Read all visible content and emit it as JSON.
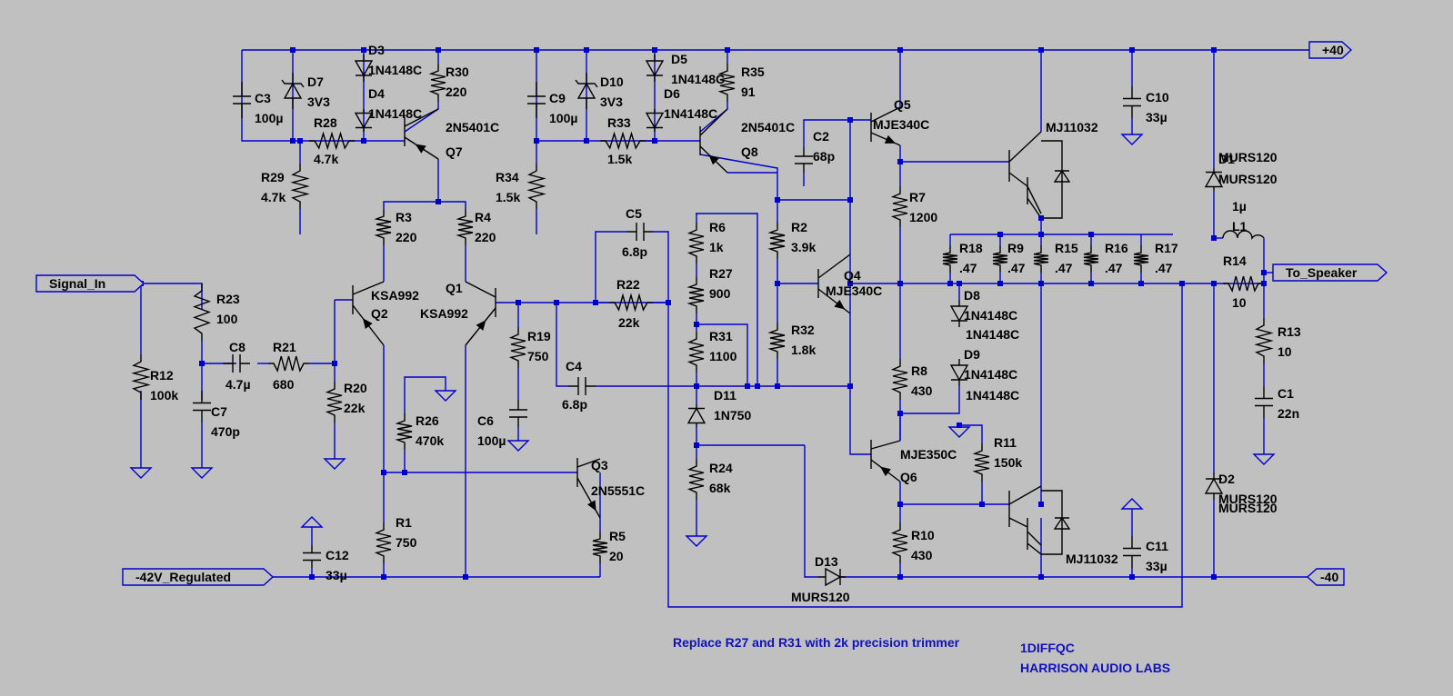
{
  "nets": {
    "signal_in": "Signal_In",
    "pos_rail": "+40",
    "neg_rail": "-40",
    "neg_regulated": "-42V_Regulated",
    "speaker": "To_Speaker"
  },
  "components": {
    "D3": {
      "ref": "D3",
      "value": "1N4148C"
    },
    "D4": {
      "ref": "D4",
      "value": "1N4148C"
    },
    "D7": {
      "ref": "D7",
      "value": "3V3"
    },
    "C3": {
      "ref": "C3",
      "value": "100µ"
    },
    "R28": {
      "ref": "R28",
      "value": "4.7k"
    },
    "R29": {
      "ref": "R29",
      "value": "4.7k"
    },
    "R30": {
      "ref": "R30",
      "value": "220"
    },
    "Q7": {
      "ref": "Q7",
      "value": "2N5401C"
    },
    "C9": {
      "ref": "C9",
      "value": "100µ"
    },
    "D10": {
      "ref": "D10",
      "value": "3V3"
    },
    "D5": {
      "ref": "D5",
      "value": "1N4148C"
    },
    "D6": {
      "ref": "D6",
      "value": "1N4148C"
    },
    "R35": {
      "ref": "R35",
      "value": "91"
    },
    "R33": {
      "ref": "R33",
      "value": "1.5k"
    },
    "R34": {
      "ref": "R34",
      "value": "1.5k"
    },
    "Q8": {
      "ref": "Q8",
      "value": "2N5401C"
    },
    "C2": {
      "ref": "C2",
      "value": "68p"
    },
    "Q5": {
      "ref": "Q5",
      "value": "MJE340C"
    },
    "QU": {
      "value": "MJ11032"
    },
    "C10": {
      "ref": "C10",
      "value": "33µ"
    },
    "D1": {
      "ref": "D1",
      "value": "MURS120"
    },
    "L1": {
      "ref": "L1",
      "value": "1µ"
    },
    "R14": {
      "ref": "R14",
      "value": "10"
    },
    "R13": {
      "ref": "R13",
      "value": "10"
    },
    "C1": {
      "ref": "C1",
      "value": "22n"
    },
    "R3": {
      "ref": "R3",
      "value": "220"
    },
    "R4": {
      "ref": "R4",
      "value": "220"
    },
    "Q2": {
      "ref": "Q2",
      "value": "KSA992"
    },
    "Q1": {
      "ref": "Q1",
      "value": "KSA992"
    },
    "R23": {
      "ref": "R23",
      "value": "100"
    },
    "R12": {
      "ref": "R12",
      "value": "100k"
    },
    "C8": {
      "ref": "C8",
      "value": "4.7µ"
    },
    "R21": {
      "ref": "R21",
      "value": "680"
    },
    "C7": {
      "ref": "C7",
      "value": "470p"
    },
    "R20": {
      "ref": "R20",
      "value": "22k"
    },
    "C5": {
      "ref": "C5",
      "value": "6.8p"
    },
    "R22": {
      "ref": "R22",
      "value": "22k"
    },
    "R19": {
      "ref": "R19",
      "value": "750"
    },
    "C6": {
      "ref": "C6",
      "value": "100µ"
    },
    "C4": {
      "ref": "C4",
      "value": "6.8p"
    },
    "R6": {
      "ref": "R6",
      "value": "1k"
    },
    "R27": {
      "ref": "R27",
      "value": "900"
    },
    "R31": {
      "ref": "R31",
      "value": "1100"
    },
    "D11": {
      "ref": "D11",
      "value": "1N750"
    },
    "R24": {
      "ref": "R24",
      "value": "68k"
    },
    "R2": {
      "ref": "R2",
      "value": "3.9k"
    },
    "R32": {
      "ref": "R32",
      "value": "1.8k"
    },
    "Q4": {
      "ref": "Q4",
      "value": "MJE340C"
    },
    "R7": {
      "ref": "R7",
      "value": "1200"
    },
    "R8": {
      "ref": "R8",
      "value": "430"
    },
    "D8": {
      "ref": "D8",
      "value": "1N4148C"
    },
    "D9": {
      "ref": "D9",
      "value": "1N4148C"
    },
    "R18": {
      "ref": "R18",
      "value": ".47"
    },
    "R9": {
      "ref": "R9",
      "value": ".47"
    },
    "R15": {
      "ref": "R15",
      "value": ".47"
    },
    "R16": {
      "ref": "R16",
      "value": ".47"
    },
    "R17": {
      "ref": "R17",
      "value": ".47"
    },
    "R26": {
      "ref": "R26",
      "value": "470k"
    },
    "Q3": {
      "ref": "Q3",
      "value": "2N5551C"
    },
    "R5": {
      "ref": "R5",
      "value": "20"
    },
    "R1": {
      "ref": "R1",
      "value": "750"
    },
    "C12": {
      "ref": "C12",
      "value": "33µ"
    },
    "Q6": {
      "ref": "Q6",
      "value": "MJE350C"
    },
    "R11": {
      "ref": "R11",
      "value": "150k"
    },
    "R10": {
      "ref": "R10",
      "value": "430"
    },
    "QL": {
      "value": "MJ11032"
    },
    "C11": {
      "ref": "C11",
      "value": "33µ"
    },
    "D2": {
      "ref": "D2",
      "value": "MURS120"
    },
    "D13": {
      "ref": "D13",
      "value": "MURS120"
    }
  },
  "notes": {
    "trimmer": "Replace R27 and R31 with 2k precision trimmer",
    "code": "1DIFFQC",
    "company": "HARRISON AUDIO LABS"
  }
}
